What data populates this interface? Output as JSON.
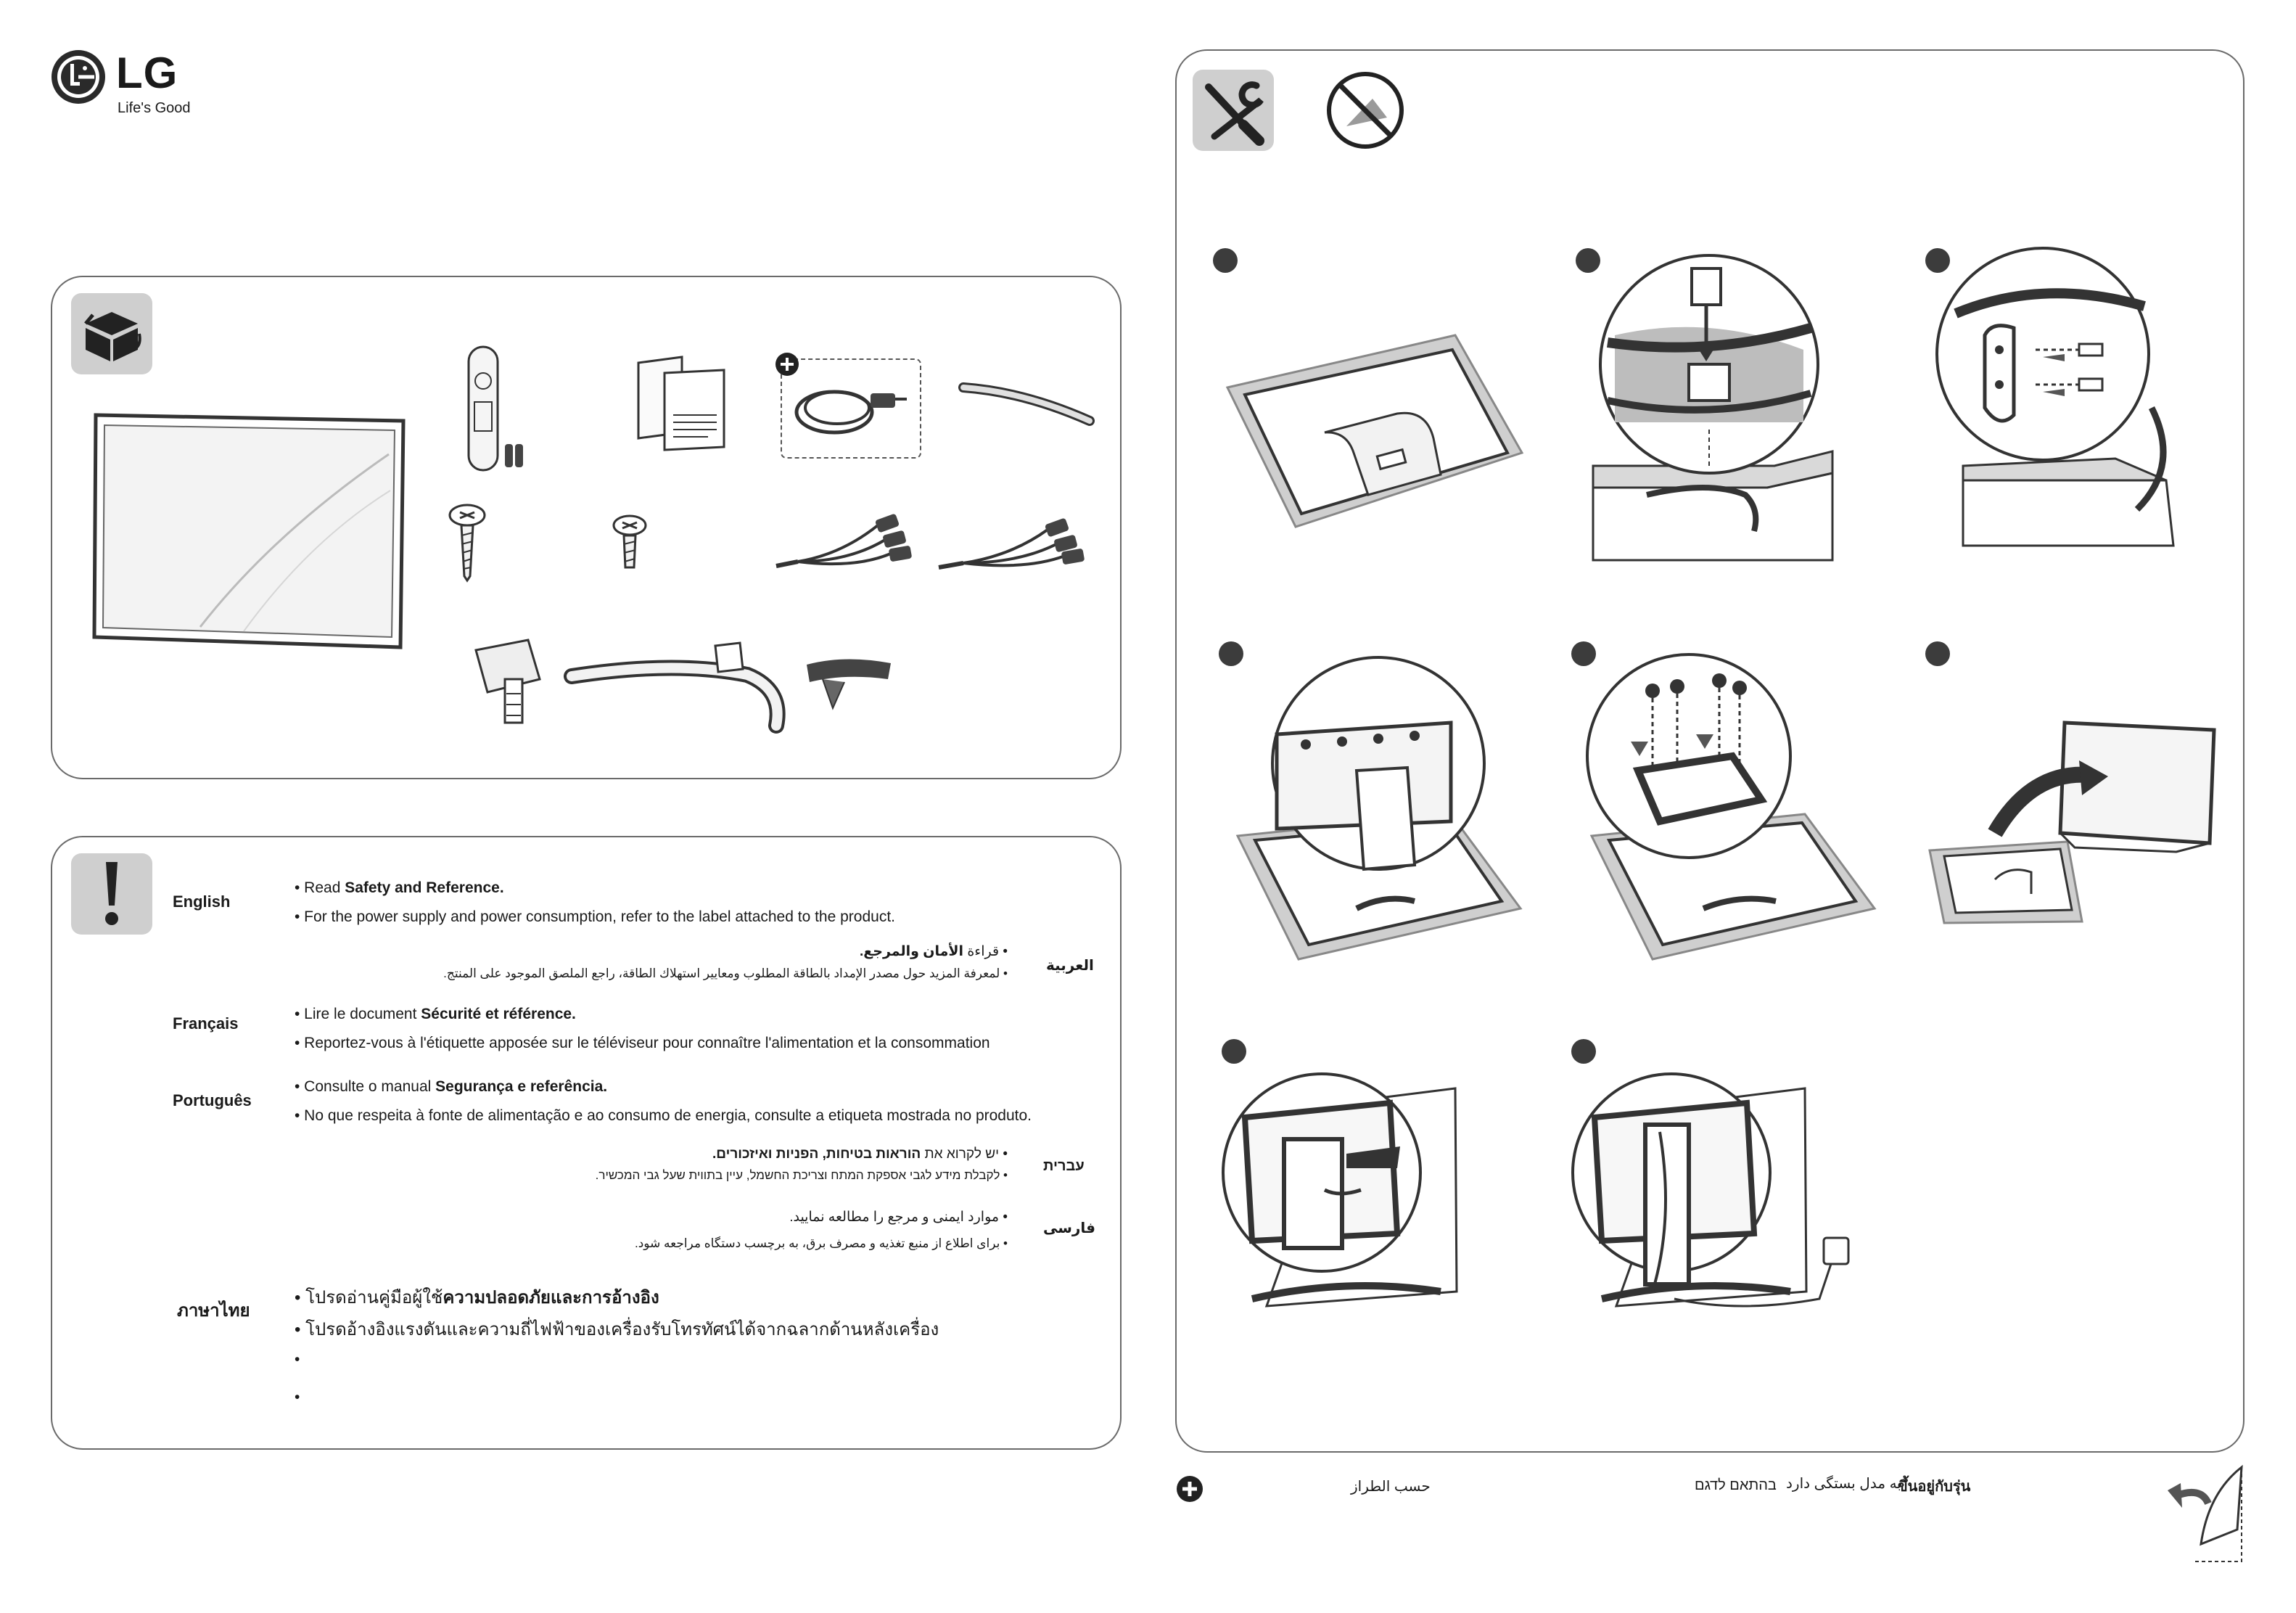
{
  "brand": {
    "logo_text": "LG",
    "tagline": "Life's Good"
  },
  "components_panel": {
    "icon": "box-icon"
  },
  "safety_panel": {
    "icon": "exclamation-icon",
    "languages": [
      {
        "name": "English",
        "lines": [
          {
            "prefix": "• Read ",
            "bold": "Safety and Reference.",
            "suffix": ""
          },
          {
            "prefix": "• For the power supply and power consumption, refer to the label attached to the product.",
            "bold": "",
            "suffix": ""
          }
        ]
      },
      {
        "name": "العربية",
        "lines": [
          {
            "prefix": "• قراءة ",
            "bold": "الأمان والمرجع.",
            "suffix": ""
          },
          {
            "prefix": "• لمعرفة المزيد حول مصدر الإمداد بالطاقة المطلوب ومعايير استهلاك الطاقة، راجع الملصق الموجود على المنتج.",
            "bold": "",
            "suffix": ""
          }
        ]
      },
      {
        "name": "Français",
        "lines": [
          {
            "prefix": "• Lire le document ",
            "bold": "Sécurité et référence.",
            "suffix": ""
          },
          {
            "prefix": "• Reportez-vous à l'étiquette apposée sur le téléviseur pour connaître l'alimentation et la consommation",
            "bold": "",
            "suffix": ""
          }
        ]
      },
      {
        "name": "Português",
        "lines": [
          {
            "prefix": "• Consulte o manual ",
            "bold": "Segurança e referência.",
            "suffix": ""
          },
          {
            "prefix": "• No que respeita à fonte de alimentação e ao consumo de energia, consulte a etiqueta mostrada no produto.",
            "bold": "",
            "suffix": ""
          }
        ]
      },
      {
        "name": "עברית",
        "lines": [
          {
            "prefix": "• יש לקרוא את ",
            "bold": "הוראות בטיחות, הפניות ואיזכורים.",
            "suffix": ""
          },
          {
            "prefix": "• לקבלת מידע לגבי אספקת המתח וצריכת החשמל, עיין בתווית שעל גבי המכשיר.",
            "bold": "",
            "suffix": ""
          }
        ]
      },
      {
        "name": "فارسی",
        "lines": [
          {
            "prefix": "• موارد ایمنی و مرجع را مطالعه نمایید.",
            "bold": "",
            "suffix": ""
          },
          {
            "prefix": "• برای اطلاع از منبع تغذیه و مصرف برق، به برچسب دستگاه مراجعه شود.",
            "bold": "",
            "suffix": ""
          }
        ]
      },
      {
        "name": "ภาษาไทย",
        "lines": [
          {
            "prefix": "• โปรดอ่านคู่มือผู้ใช้",
            "bold": "ความปลอดภัยและการอ้างอิง",
            "suffix": ""
          },
          {
            "prefix": "• โปรดอ้างอิงแรงดันและความถี่ไฟฟ้าของเครื่องรับโทรทัศน์ได้จากฉลากด้านหลังเครื่อง",
            "bold": "",
            "suffix": ""
          },
          {
            "prefix": "•",
            "bold": "",
            "suffix": ""
          },
          {
            "prefix": "•",
            "bold": "",
            "suffix": ""
          }
        ]
      }
    ]
  },
  "assembly_panel": {
    "tools_icon": "tools-icon",
    "no_scratch_icon": "no-scratch-icon",
    "steps": [
      "step-1",
      "step-2",
      "step-3",
      "step-4",
      "step-5",
      "step-6",
      "step-7",
      "step-8"
    ]
  },
  "footer": {
    "plus_icon": "plus-circle-icon",
    "arabic": "حسب الطراز",
    "hebrew": "בהתאם לדגם",
    "farsi": "به مدل بستگی دارد",
    "thai": "ขึ้นอยู่กับรุ่น",
    "page_curl_icon": "page-turn-icon"
  },
  "colors": {
    "panel_border": "#6a6a6a",
    "icon_tile": "#cfcfcf",
    "text": "#1a1a1a",
    "step_dot": "#3c3c3c"
  }
}
